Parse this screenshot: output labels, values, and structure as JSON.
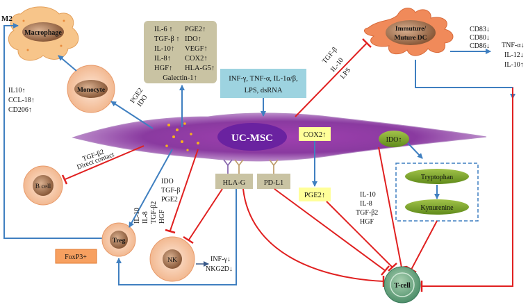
{
  "center": {
    "label": "UC-MSC"
  },
  "stimuli": {
    "lines": [
      "INF-γ, TNF-α, IL-1α/β,",
      "LPS, dsRNA"
    ]
  },
  "secreted_factors": {
    "left": [
      "IL-6 ↑",
      "TGF-β ↑",
      "IL-10↑",
      "IL-8↑",
      "HGF↑"
    ],
    "right": [
      "PGE2↑",
      "IDO↑",
      "VEGF↑",
      "COX2↑",
      "HLA-G5↑"
    ],
    "bottom": "Galectin-1↑"
  },
  "cells": {
    "macrophage": "Macrophage",
    "m2": "M2",
    "monocyte": "Monocyte",
    "b_cell": "B cell",
    "treg": "Treg",
    "foxp3": "FoxP3+",
    "nk": "NK",
    "tcell": "T-cell",
    "dc": [
      "Immuture/",
      "Muture DC"
    ]
  },
  "macrophage_markers": [
    "IL10↑",
    "CCL-18↑",
    "CD206↑"
  ],
  "monocyte_factors": [
    "PGE2",
    "IDO"
  ],
  "bcell_factors": [
    "TGF-β2",
    "Direct contact"
  ],
  "treg_factors": [
    "IL-10",
    "IL-8",
    "TGF-β2",
    "HGF"
  ],
  "nk_factors": [
    "IDO",
    "TGF-β",
    "PGE2"
  ],
  "nk_effects": [
    "INF-γ↓",
    "NKG2D↓"
  ],
  "dc_factors": [
    "TGF-β",
    "IL-10",
    "LPS"
  ],
  "dc_markers": [
    "CD83↓",
    "CD80↓",
    "CD86↓"
  ],
  "dc_cytokines": [
    "TNF-α↓",
    "IL-12↓",
    "IL-10↑"
  ],
  "tcell_factors": [
    "IL-10",
    "IL-8",
    "TGF-β2",
    "HGF"
  ],
  "molecules": {
    "hla_g": "HLA-G",
    "pd_l1": "PD-L1",
    "cox2": "COX2↑",
    "pge2": "PGE2↑",
    "ido": "IDO↑",
    "tryptophan": "Tryptophan",
    "kynurenine": "Kynurenine"
  },
  "colors": {
    "inhibit": "#e02020",
    "stimulate": "#3f7fc0",
    "msc": "#7a2a9a",
    "factor_box": "#c9c3a3",
    "yellow": "#ffff99",
    "green": "#6f9a1f"
  }
}
